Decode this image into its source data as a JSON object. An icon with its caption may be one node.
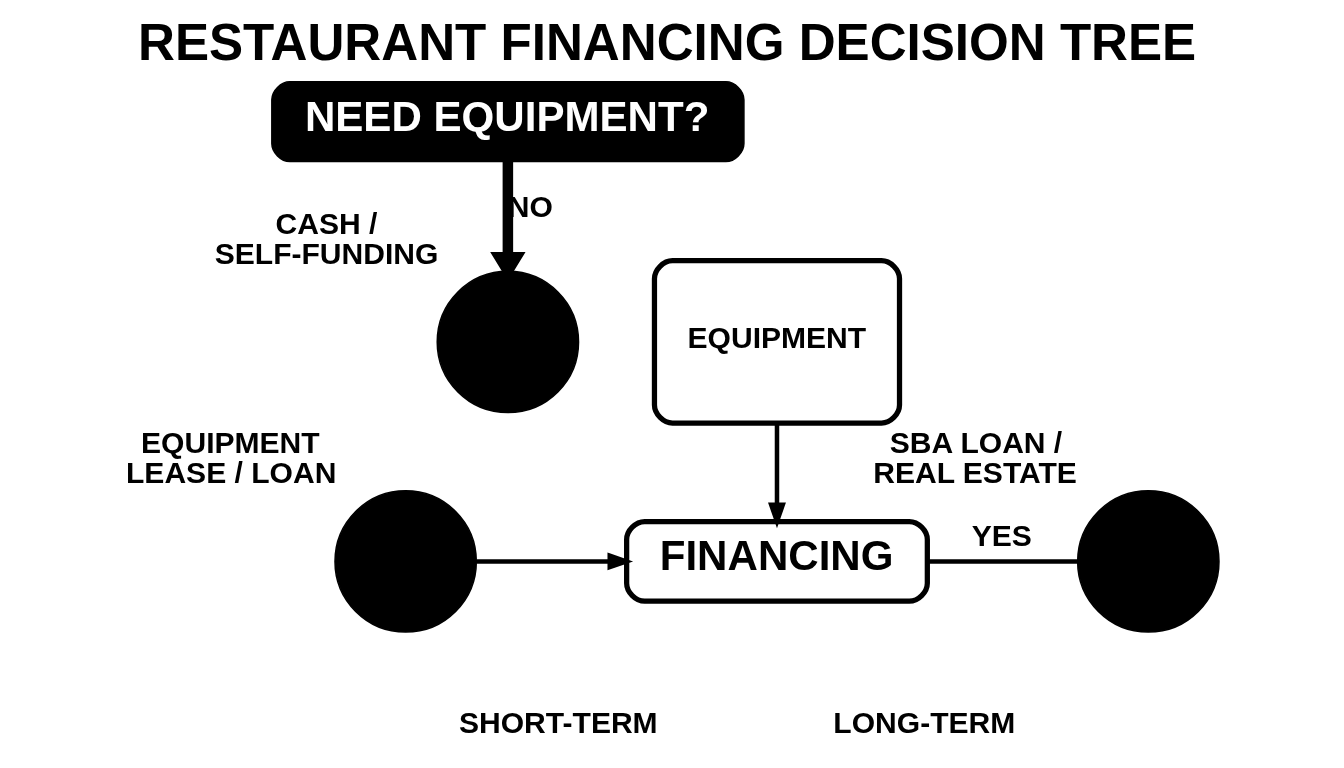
{
  "diagram": {
    "title": "RESTAURANT FINANCING DECISION TREE",
    "nodes": [
      {
        "text": [
          "NEED EQUIPMENT?"
        ]
      },
      {
        "text": [],
        "shape": "circle",
        "beside": [
          "CASH / SELF-FUNDING"
        ]
      },
      {
        "text": [
          "EQUIPMENT"
        ]
      },
      {
        "text": [
          "FINANCING"
        ]
      },
      {
        "text": [],
        "shape": "circle",
        "beside": [
          "EQUIPMENT LEASE / LOAN"
        ]
      },
      {
        "text": [],
        "shape": "circle",
        "beside": [
          "SBA LOAN / REAL ESTATE"
        ]
      }
    ],
    "edges": [
      {
        "from": 0,
        "to": 1,
        "arrow": "to",
        "label": "NO",
        "style": "thick"
      },
      {
        "from": 2,
        "to": 3,
        "arrow": "to"
      },
      {
        "from": 4,
        "to": 3,
        "arrow": "to"
      },
      {
        "from": 3,
        "to": 5,
        "arrow": "none",
        "label": "YES"
      }
    ],
    "labels": [
      "SHORT-TERM",
      "LONG-TERM"
    ]
  }
}
